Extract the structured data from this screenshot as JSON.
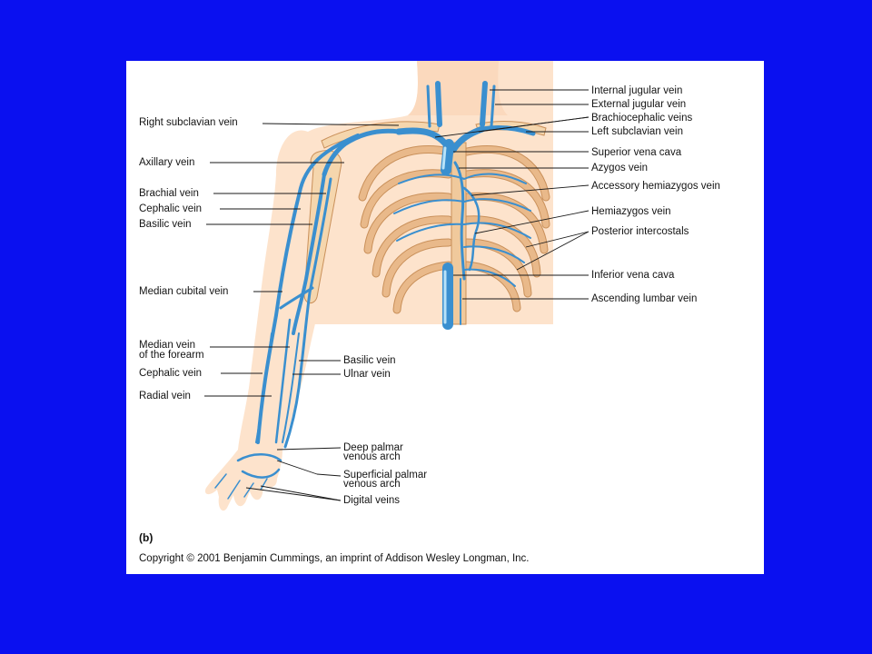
{
  "panel_letter": "(b)",
  "copyright": "Copyright © 2001 Benjamin Cummings, an imprint of Addison Wesley Longman, Inc.",
  "labels_left": {
    "right_subclavian_vein": "Right subclavian vein",
    "axillary_vein": "Axillary vein",
    "brachial_vein": "Brachial vein",
    "cephalic_vein_upper": "Cephalic vein",
    "basilic_vein_upper": "Basilic vein",
    "median_cubital_vein": "Median cubital vein",
    "median_vein_forearm_1": "Median vein",
    "median_vein_forearm_2": "of the forearm",
    "cephalic_vein_lower": "Cephalic vein",
    "radial_vein": "Radial vein"
  },
  "labels_mid": {
    "basilic_vein_lower": "Basilic vein",
    "ulnar_vein": "Ulnar vein",
    "deep_palmar_1": "Deep palmar",
    "deep_palmar_2": "venous arch",
    "superficial_palmar_1": "Superficial palmar",
    "superficial_palmar_2": "venous arch",
    "digital_veins": "Digital veins"
  },
  "labels_right": {
    "internal_jugular_vein": "Internal jugular vein",
    "external_jugular_vein": "External jugular vein",
    "brachiocephalic_veins": "Brachiocephalic veins",
    "left_subclavian_vein": "Left subclavian vein",
    "superior_vena_cava": "Superior vena cava",
    "azygos_vein": "Azygos vein",
    "accessory_hemiazygos_vein": "Accessory hemiazygos vein",
    "hemiazygos_vein": "Hemiazygos vein",
    "posterior_intercostals": "Posterior intercostals",
    "inferior_vena_cava": "Inferior vena cava",
    "ascending_lumbar_vein": "Ascending lumbar vein"
  },
  "colors": {
    "background": "#0a10f0",
    "panel": "#ffffff",
    "skin": "#fde3cc",
    "vein": "#3a8fcf",
    "bone": "#f5d6ad"
  }
}
